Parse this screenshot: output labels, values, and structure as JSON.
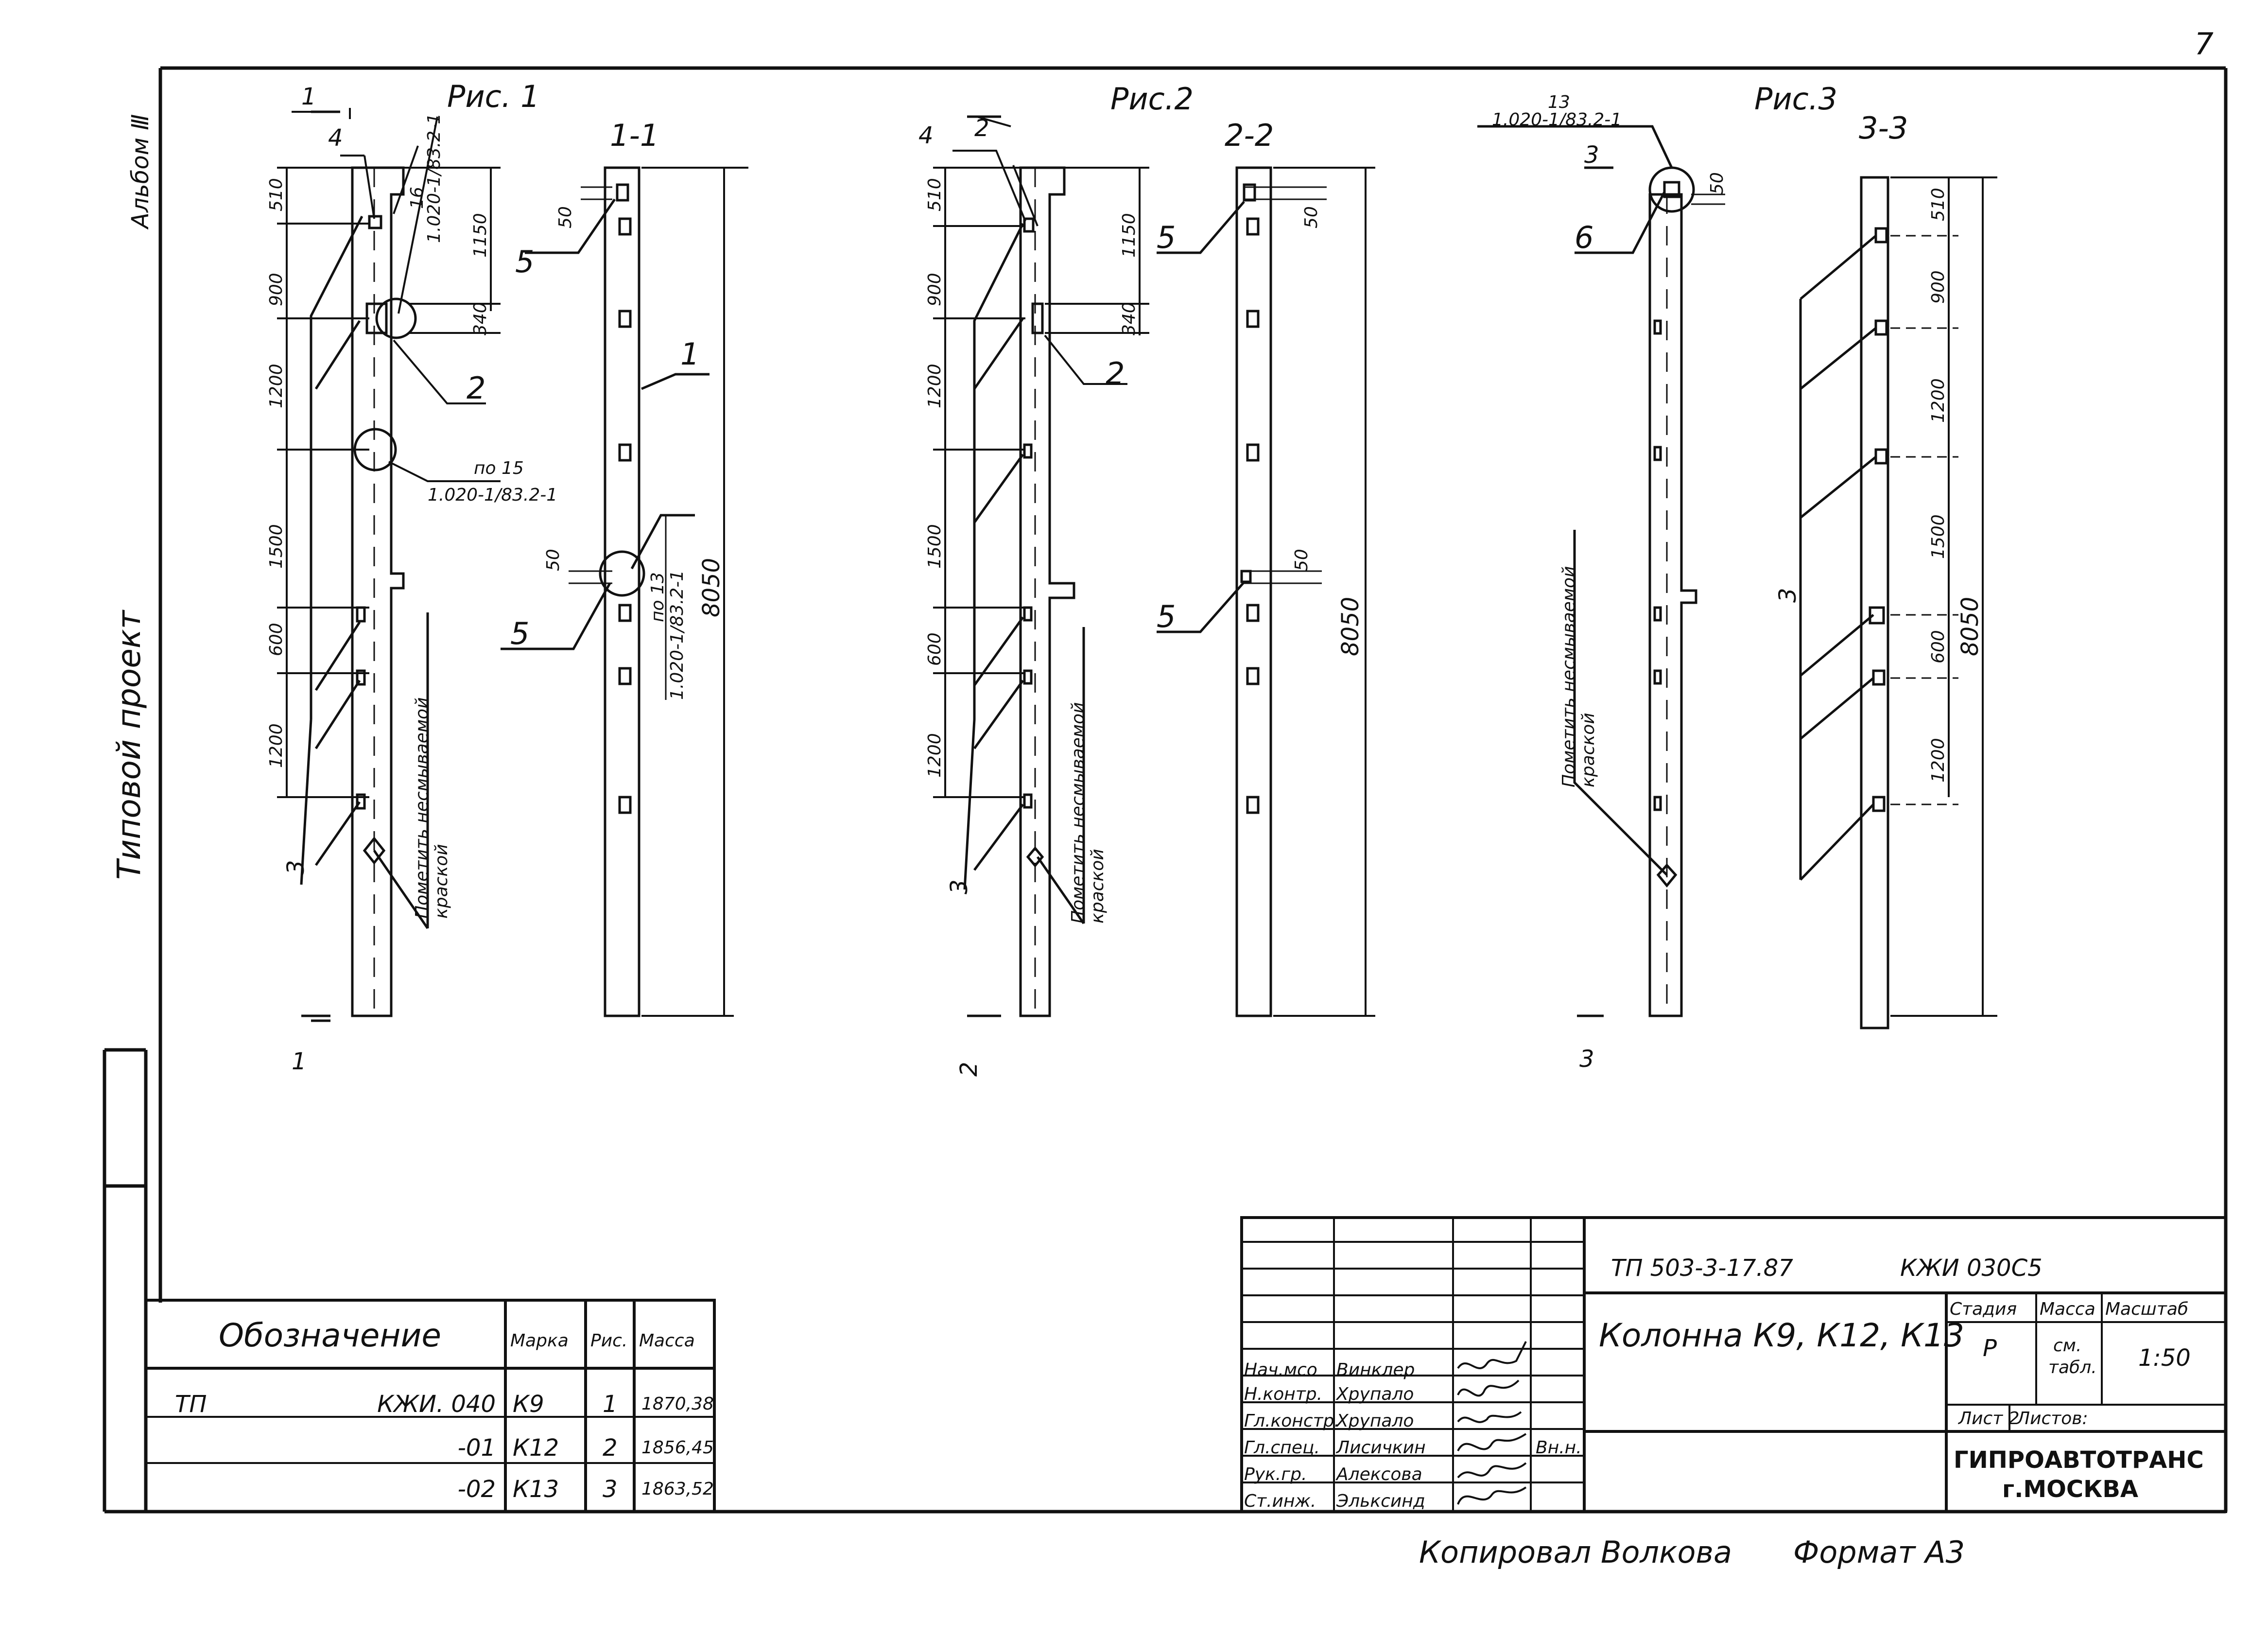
{
  "sheet_number": "7",
  "side": {
    "album": "Альбом Ⅲ",
    "project": "Типовой проект"
  },
  "fig1": {
    "title": "Рис. 1",
    "section_title": "1-1",
    "cut_mark": "1",
    "dims": [
      "510",
      "900",
      "1200",
      "1500",
      "600",
      "1200"
    ],
    "dims_right": [
      "1150",
      "340"
    ],
    "total": "8050",
    "small50a": "50",
    "small50b": "50",
    "pos": [
      "4",
      "16",
      "2",
      "3",
      "5",
      "1",
      "5"
    ],
    "ref_a": "1.020-1/83.2-1",
    "ref_b_top": "по 15",
    "ref_b": "1.020-1/83.2-1",
    "ref_c_top": "по 13",
    "ref_c": "1.020-1/83.2-1",
    "note_1": "Пометить несмываемой",
    "note_2": "краской"
  },
  "fig2": {
    "title": "Рис.2",
    "section_title": "2-2",
    "cut_mark": "2",
    "dims": [
      "510",
      "900",
      "1200",
      "1500",
      "600",
      "1200"
    ],
    "dims_right": [
      "1150",
      "340"
    ],
    "total": "8050",
    "small50a": "50",
    "small50b": "50",
    "pos": [
      "4",
      "2",
      "2",
      "3",
      "5",
      "5"
    ],
    "note_1": "Пометить несмываемой",
    "note_2": "краской"
  },
  "fig3": {
    "title": "Рис.3",
    "section_title": "3-3",
    "cut_mark": "3",
    "dims": [
      "510",
      "900",
      "1200",
      "1500",
      "600",
      "1200"
    ],
    "total": "8050",
    "small50": "50",
    "pos": [
      "13",
      "6",
      "3"
    ],
    "ref": "1.020-1/83.2-1",
    "note_1": "Пометить несмываемой",
    "note_2": "краской"
  },
  "spec_table": {
    "headers": [
      "Обозначение",
      "Марка",
      "Рис.",
      "Масса"
    ],
    "rows": [
      {
        "prefix": "ТП",
        "code": "КЖИ. 040",
        "mark": "К9",
        "fig": "1",
        "mass": "1870,38"
      },
      {
        "prefix": "",
        "code": "-01",
        "mark": "К12",
        "fig": "2",
        "mass": "1856,45"
      },
      {
        "prefix": "",
        "code": "-02",
        "mark": "К13",
        "fig": "3",
        "mass": "1863,52"
      }
    ]
  },
  "title_block": {
    "doc_code": "ТП 503-3-17.87",
    "doc_code2": "КЖИ 030С5",
    "title": "Колонна К9, К12, К13",
    "stage_label": "Стадия",
    "mass_label": "Масса",
    "scale_label": "Масштаб",
    "stage": "Р",
    "mass_1": "см.",
    "mass_2": "табл.",
    "scale": "1:50",
    "sheet_label": "Лист 2",
    "sheets_label": "Листов:",
    "org_1": "ГИПРОАВТОТРАНС",
    "org_2": "г.МОСКВА",
    "staff": [
      {
        "role": "Нач.мсо",
        "name": "Винклер"
      },
      {
        "role": "Н.контр.",
        "name": "Хрупало"
      },
      {
        "role": "Гл.констр.",
        "name": "Хрупало"
      },
      {
        "role": "Гл.спец.",
        "name": "Лисичкин"
      },
      {
        "role": "Рук.гр.",
        "name": "Алексова"
      },
      {
        "role": "Ст.инж.",
        "name": "Эльксинд"
      }
    ],
    "date_note": "Вн.н."
  },
  "footer": {
    "copied": "Копировал Волкова",
    "format": "Формат А3"
  },
  "colors": {
    "ink": "#111111",
    "paper": "#ffffff"
  }
}
